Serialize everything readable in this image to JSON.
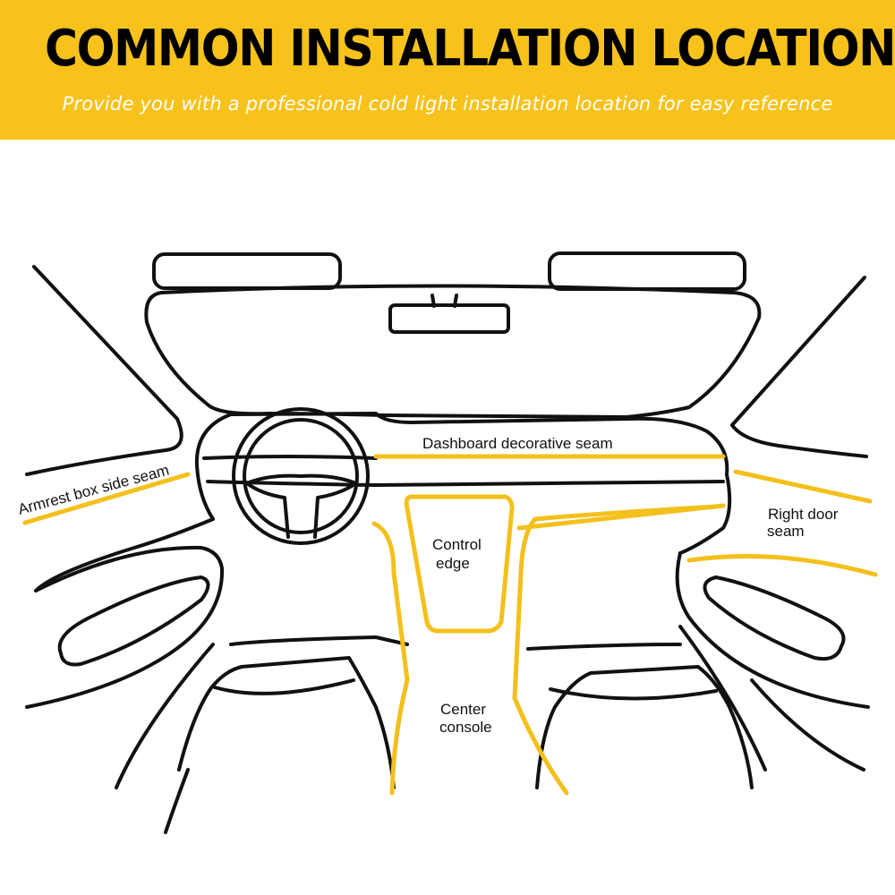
{
  "header": {
    "title": "COMMON INSTALLATION LOCATIONS",
    "subtitle": "Provide you with a professional cold light installation location for easy reference"
  },
  "labels": {
    "dashboard": "Dashboard decorative seam",
    "armrest": "Armrest box side seam",
    "control_line1": "Control",
    "control_line2": "edge",
    "right_door_line1": "Right door",
    "right_door_line2": "seam",
    "center_line1": "Center",
    "center_line2": "console"
  },
  "colors": {
    "banner": "#f7c21b",
    "seam": "#f3c01c",
    "outline": "#111111"
  }
}
